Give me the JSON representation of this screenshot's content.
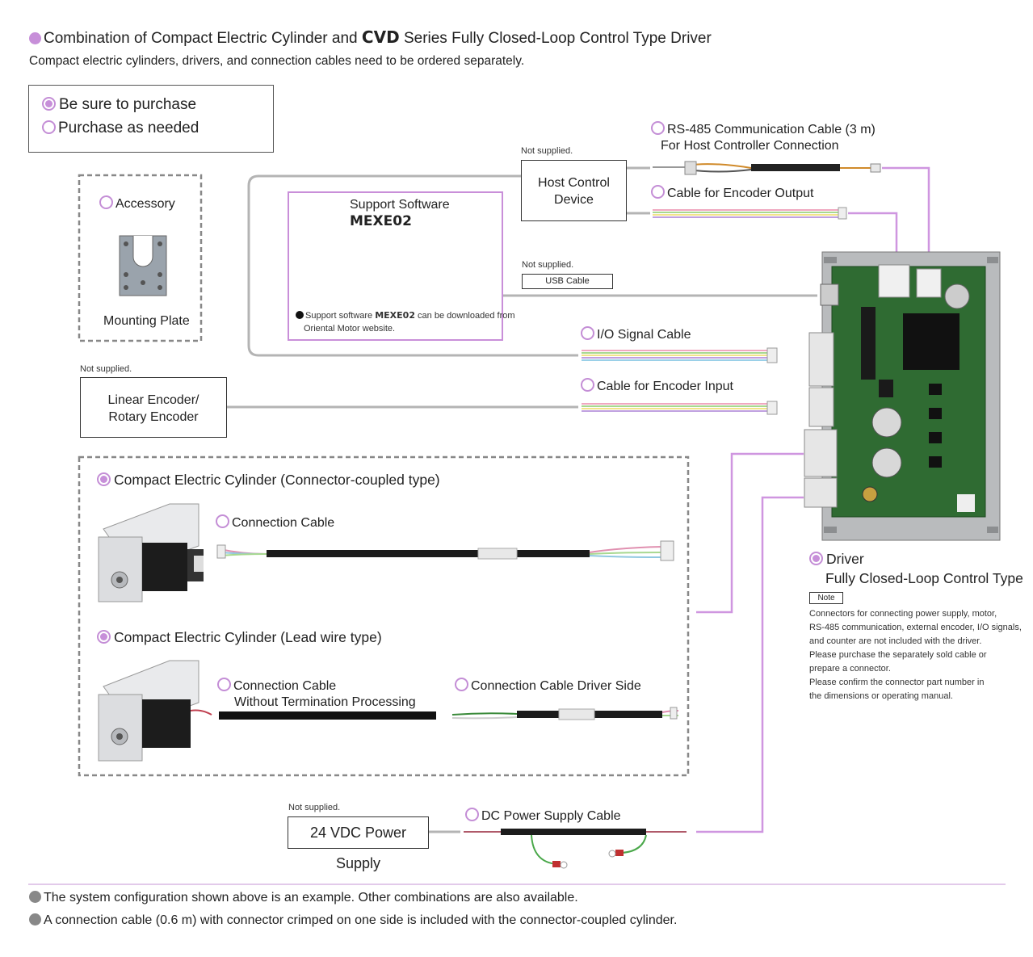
{
  "title": {
    "prefix": "Combination of Compact Electric Cylinder and ",
    "series": "CVD",
    "suffix": " Series Fully Closed-Loop Control Type Driver"
  },
  "subtitle": "Compact electric cylinders, drivers, and connection cables need to be ordered separately.",
  "legend": {
    "must": "Be sure to purchase",
    "optional": "Purchase as needed"
  },
  "accessory": {
    "label": "Accessory",
    "item": "Mounting Plate"
  },
  "host": {
    "not_supplied": "Not supplied.",
    "line1": "Host Control",
    "line2": "Device"
  },
  "rs485": {
    "line1": "RS-485 Communication Cable (3 m)",
    "line2": "For Host Controller Connection"
  },
  "encoder_output": "Cable for Encoder Output",
  "software": {
    "line1": "Support Software",
    "line2": "MEXE02",
    "note_pre": "Support software ",
    "note_bold": "MEXE02",
    "note_post": " can be downloaded from",
    "note_line2": "Oriental Motor website."
  },
  "usb": {
    "not_supplied": "Not supplied.",
    "label": "USB Cable"
  },
  "io_cable": "I/O Signal Cable",
  "encoder_input": "Cable for Encoder Input",
  "linear_encoder": {
    "not_supplied": "Not supplied.",
    "line1": "Linear Encoder/",
    "line2": "Rotary Encoder"
  },
  "cyl1": {
    "title": "Compact Electric Cylinder (Connector-coupled type)",
    "cable": "Connection Cable"
  },
  "cyl2": {
    "title": "Compact Electric Cylinder (Lead wire type)",
    "cable1_line1": "Connection Cable",
    "cable1_line2": "Without Termination Processing",
    "cable2": "Connection Cable  Driver Side"
  },
  "driver": {
    "label": "Driver",
    "sub": "Fully Closed-Loop Control Type",
    "note_tag": "Note",
    "note_lines": [
      "Connectors for connecting power supply, motor,",
      "RS-485 communication,  external encoder, I/O signals,",
      "and counter are not included with the driver.",
      "Please purchase the separately sold cable or",
      "prepare a connector.",
      "Please confirm the connector part number in",
      "the dimensions or operating manual."
    ]
  },
  "power": {
    "not_supplied": "Not supplied.",
    "label": "24 VDC Power Supply",
    "cable": "DC Power Supply Cable"
  },
  "footer": {
    "line1": "The system configuration shown above is an example. Other combinations are also available.",
    "line2": "A connection cable (0.6 m) with connector crimped on one side is included with the connector-coupled cylinder."
  },
  "colors": {
    "accent": "#c78fd9",
    "line": "#aaaaaa",
    "board": "#2f6b32"
  }
}
